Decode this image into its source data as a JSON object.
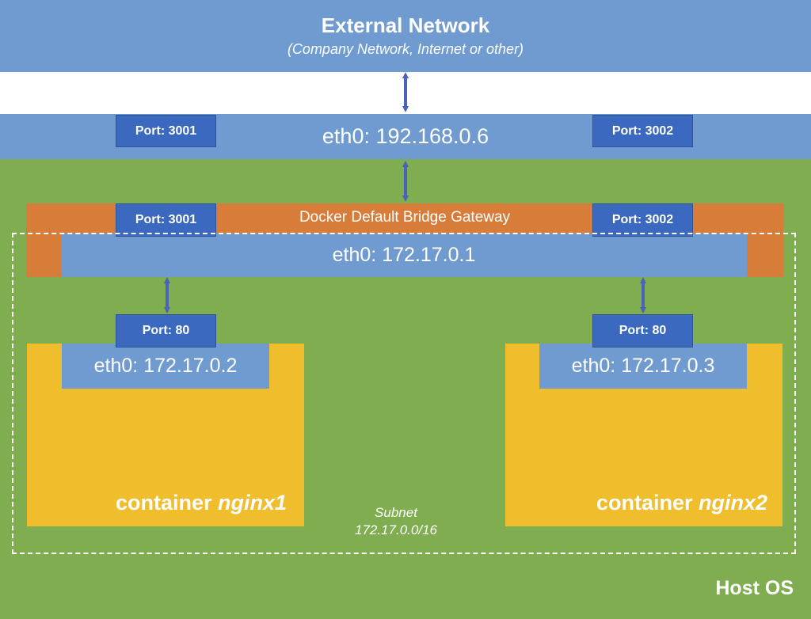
{
  "external": {
    "title": "External Network",
    "subtitle": "(Company Network, Internet or other)"
  },
  "host": {
    "label": "Host OS",
    "eth0": "eth0: 192.168.0.6",
    "port_left": "Port: 3001",
    "port_right": "Port: 3002"
  },
  "bridge": {
    "label": "Docker Default Bridge Gateway",
    "eth0": "eth0: 172.17.0.1",
    "port_left": "Port: 3001",
    "port_right": "Port: 3002"
  },
  "containers": [
    {
      "label_prefix": "container ",
      "name": "nginx1",
      "eth0": "eth0: 172.17.0.2",
      "port": "Port: 80"
    },
    {
      "label_prefix": "container ",
      "name": "nginx2",
      "eth0": "eth0: 172.17.0.3",
      "port": "Port: 80"
    }
  ],
  "subnet": {
    "label": "Subnet",
    "cidr": "172.17.0.0/16"
  },
  "colors": {
    "network_blue": "#6f9bd1",
    "port_blue": "#3a69bf",
    "host_green": "#7fad4f",
    "bridge_orange": "#d87c3a",
    "container_yellow": "#f0bd2d",
    "arrow": "#4a62b8"
  }
}
